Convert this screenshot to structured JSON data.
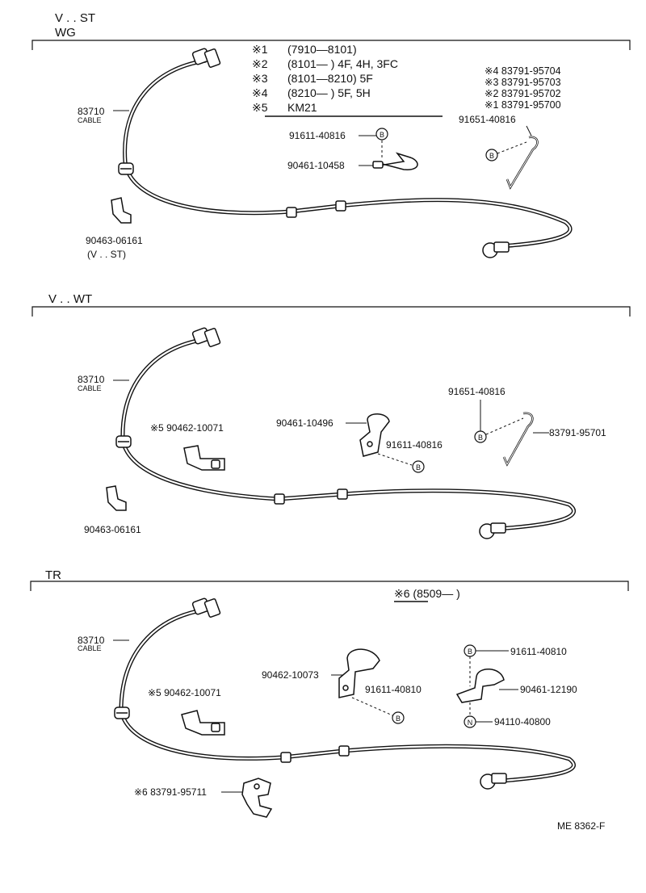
{
  "sections": [
    {
      "title_1": "V . . ST",
      "title_2": "WG",
      "cable_part": "83710",
      "cable_word": "CABLE",
      "clip_part": "90463-06161",
      "clip_note": "(V . . ST)",
      "notes": [
        {
          "mark": "※1",
          "text": "(7910—8101)"
        },
        {
          "mark": "※2",
          "text": "(8101—         ) 4F, 4H, 3FC"
        },
        {
          "mark": "※3",
          "text": "(8101—8210) 5F"
        },
        {
          "mark": "※4",
          "text": "(8210—         ) 5F, 5H"
        },
        {
          "mark": "※5",
          "text": "KM21"
        }
      ],
      "codes": [
        "※4 83791-95704",
        "※3 83791-95703",
        "※2 83791-95702",
        "※1 83791-95700"
      ],
      "bolt_part": "91611-40816",
      "bolt_letter": "B",
      "clamp_part": "90461-10458",
      "bracket_bolt": "91651-40816",
      "bracket_letter": "B"
    },
    {
      "title": "V . . WT",
      "cable_part": "83710",
      "cable_word": "CABLE",
      "clamp5": "※5 90462-10071",
      "clip_part": "90463-06161",
      "clamp_part": "90461-10496",
      "bolt_part": "91611-40816",
      "bolt_letter": "B",
      "bracket_bolt": "91651-40816",
      "bracket_letter": "B",
      "bracket_part": "83791-95701"
    },
    {
      "title": "TR",
      "note6": "※6 (8509—          )",
      "cable_part": "83710",
      "cable_word": "CABLE",
      "clamp5": "※5 90462-10071",
      "clamp_a": "90462-10073",
      "bolt_a": "91611-40810",
      "bolt_a_letter": "B",
      "bolt_b": "91611-40810",
      "bolt_b_letter": "B",
      "clamp_b": "90461-12190",
      "nut": "94110-40800",
      "nut_letter": "N",
      "bracket6": "※6 83791-95711"
    }
  ],
  "footer": "ME  8362-F"
}
